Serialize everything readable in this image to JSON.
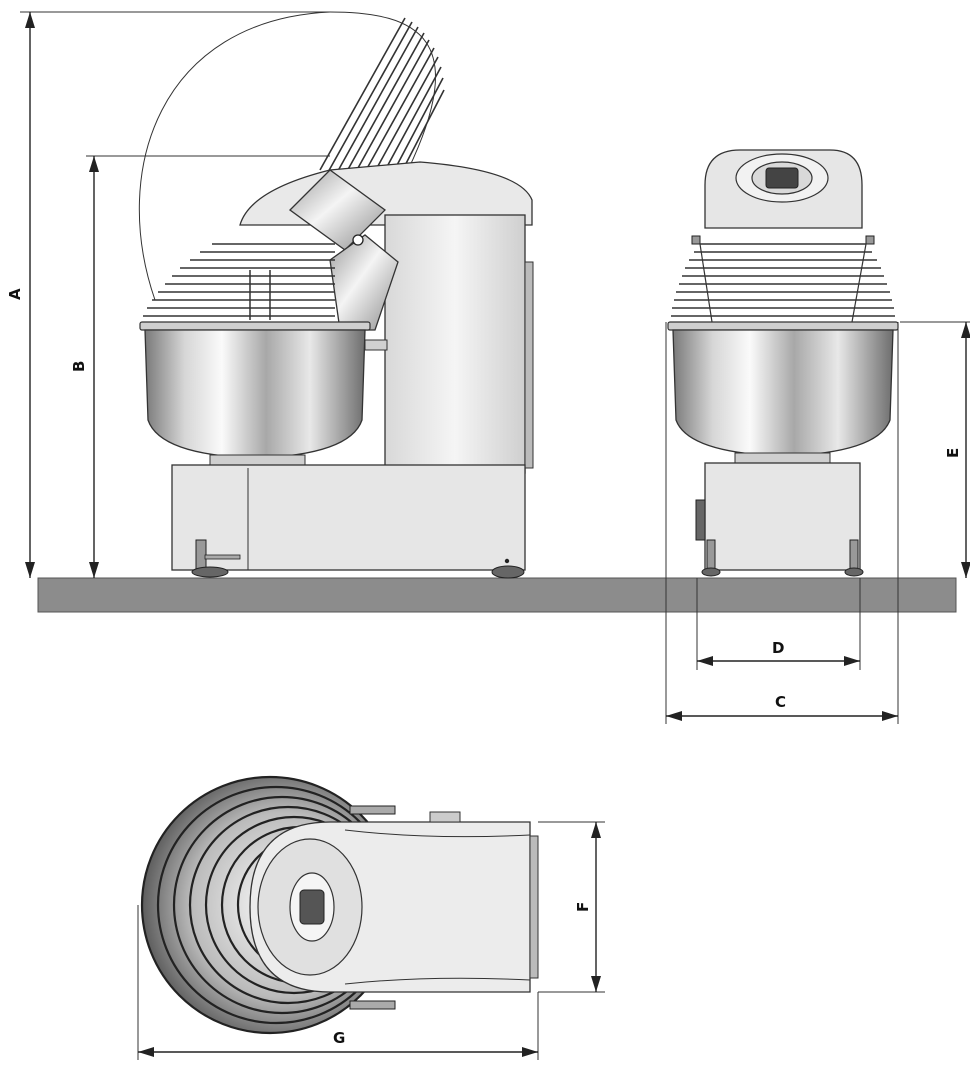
{
  "dimensions": {
    "A": "A",
    "B": "B",
    "C": "C",
    "D": "D",
    "E": "E",
    "F": "F",
    "G": "G"
  },
  "colors": {
    "floor": "#8c8c8c",
    "steel_light": "#f2f2f2",
    "steel_mid": "#b9b9b9",
    "steel_dark": "#6a6a6a",
    "line": "#222222"
  }
}
